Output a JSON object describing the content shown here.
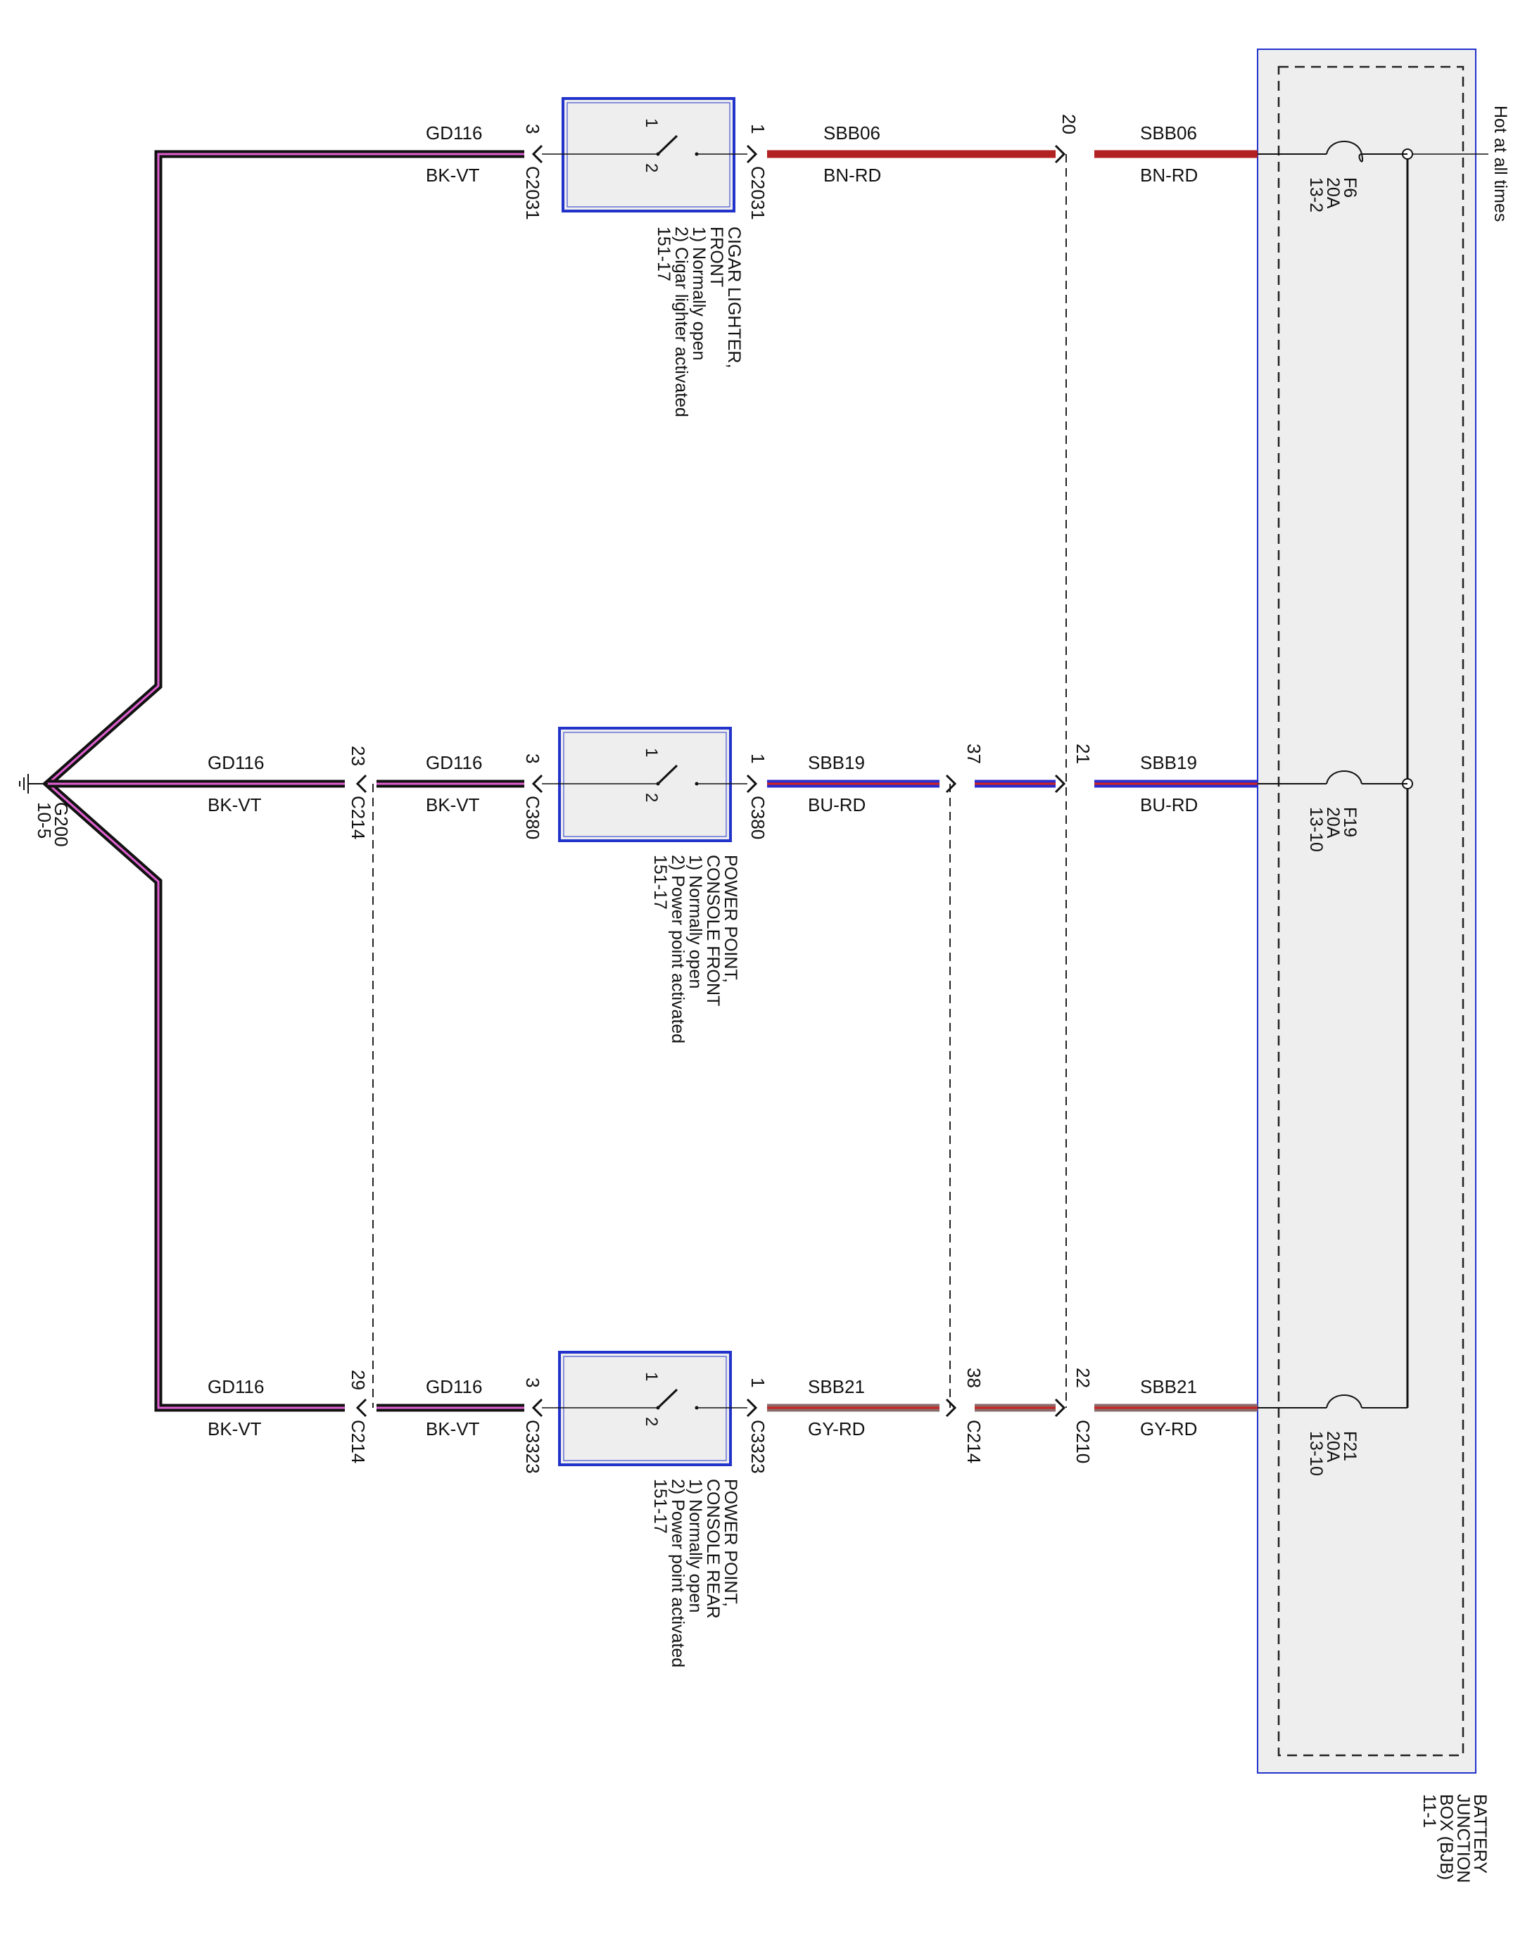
{
  "source": {
    "label": "Hot at all times"
  },
  "bjb": {
    "lines": [
      "BATTERY",
      "JUNCTION",
      "BOX (BJB)",
      "11-1"
    ]
  },
  "ground": {
    "name": "G200",
    "ref": "10-5"
  },
  "fuses": {
    "f6": {
      "name": "F6",
      "rating": "20A",
      "ref": "13-2"
    },
    "f19": {
      "name": "F19",
      "rating": "20A",
      "ref": "13-10"
    },
    "f21": {
      "name": "F21",
      "rating": "20A",
      "ref": "13-10"
    }
  },
  "switches": {
    "front": {
      "lines": [
        "CIGAR LIGHTER,",
        "FRONT",
        "1) Normally open",
        "2) Cigar lighter activated",
        "151-17"
      ]
    },
    "console_front": {
      "lines": [
        "POWER POINT,",
        "CONSOLE FRONT",
        "1) Normally open",
        "2) Power point activated",
        "151-17"
      ]
    },
    "console_rear": {
      "lines": [
        "POWER POINT,",
        "CONSOLE REAR",
        "1) Normally open",
        "2) Power point activated",
        "151-17"
      ]
    },
    "pin1": "1",
    "pin2": "2"
  },
  "circuits": {
    "top": {
      "gnd_circuit": "GD116",
      "gnd_color": "BK-VT",
      "gnd_pin": "3",
      "gnd_conn": "C2031",
      "pwr_pin": "1",
      "pwr_conn": "C2031",
      "pwr_circuit": "SBB06",
      "pwr_color": "BN-RD",
      "bjb_pin": "20",
      "bjb_circuit": "SBB06",
      "bjb_color": "BN-RD"
    },
    "mid": {
      "gnd_circuit_a": "GD116",
      "gnd_color_a": "BK-VT",
      "c214_pin": "23",
      "c214_conn": "C214",
      "gnd_circuit_b": "GD116",
      "gnd_color_b": "BK-VT",
      "gnd_pin": "3",
      "gnd_conn": "C380",
      "pwr_pin": "1",
      "pwr_conn": "C380",
      "pwr_circuit": "SBB19",
      "pwr_color": "BU-RD",
      "c214_pwr_pin": "37",
      "bjb_pin": "21",
      "bjb_circuit": "SBB19",
      "bjb_color": "BU-RD"
    },
    "bot": {
      "gnd_circuit_a": "GD116",
      "gnd_color_a": "BK-VT",
      "c214_pin": "29",
      "c214_conn": "C214",
      "gnd_circuit_b": "GD116",
      "gnd_color_b": "BK-VT",
      "gnd_pin": "3",
      "gnd_conn": "C3323",
      "pwr_pin": "1",
      "pwr_conn": "C3323",
      "pwr_circuit": "SBB21",
      "pwr_color": "GY-RD",
      "c214_pwr_pin": "38",
      "c214_pwr_conn": "C214",
      "bjb_pin": "22",
      "bjb_conn": "C210",
      "bjb_circuit": "SBB21",
      "bjb_color": "GY-RD"
    }
  },
  "wire_colors": {
    "brown_red": "#b22222",
    "blue_red": "#2b2bcc",
    "gray_red": "#8a6a6a",
    "black_violet_stripe": "#e060d0",
    "bjb_border": "#2233cc",
    "switch_border": "#2233cc"
  }
}
